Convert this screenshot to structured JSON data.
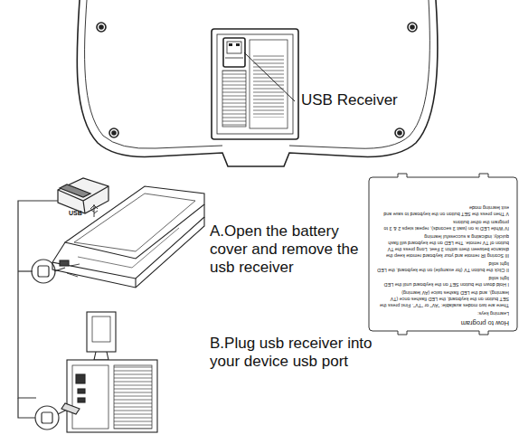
{
  "diagram": {
    "nodes": [
      {
        "text": [
          "How to program",
          "Learning keys:",
          "There are two modes available: \"AV\" or \"TV\". First press the SET button on the keyboard, the LED flashes once (TV learning), and the LED flashes twice (AV learning)",
          "I Hold down the button SET on the keyboard until the LED light solid",
          "II Click the button TV (for example) on the keyboard, the LED light solid",
          "III Scoring IR remote and your keyboard remote keep the distance between them within 3 Feet. Long press the TV button of TV remote. The LED on the keyboard will flash quickly, indicating a successful learning",
          "IV While LED is on (wait 3 seconds), repeat steps 2 & 3 to program the other buttons",
          "V Then press the SET button on the keyboard to save and exit learning mode"
        ]
      }
    ],
    "labels": [
      "USB Receiver",
      "A.Open the battery cover and remove the usb receiver",
      "B.Plug usb receiver into your device usb port",
      "USB"
    ]
  }
}
